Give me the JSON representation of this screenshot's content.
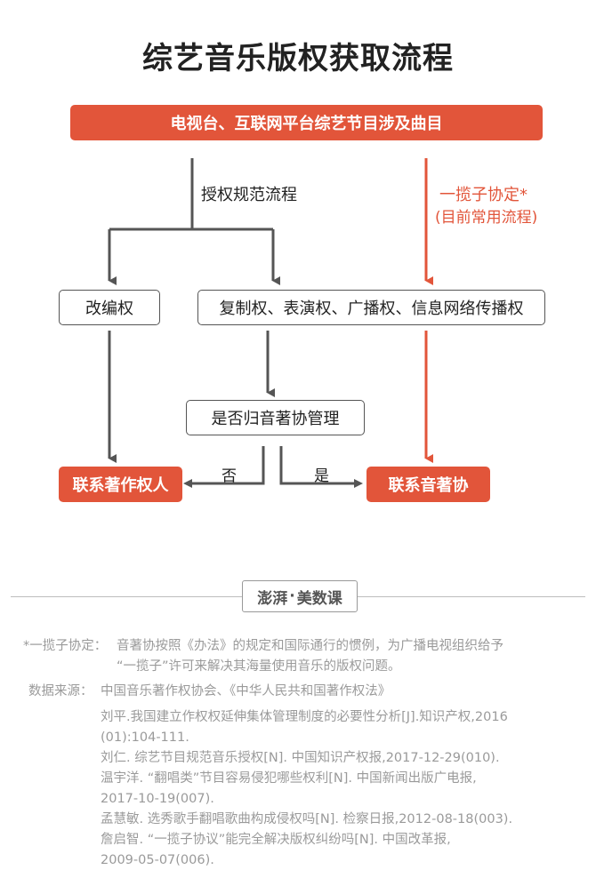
{
  "title": "综艺音乐版权获取流程",
  "top_box": "电视台、互联网平台综艺节目涉及曲目",
  "branch_authorization": "授权规范流程",
  "branch_blanket": {
    "line1": "一揽子协定*",
    "line2": "(目前常用流程)"
  },
  "box_adaptation": "改编权",
  "box_rights": "复制权、表演权、广播权、信息网络传播权",
  "box_question": "是否归音著协管理",
  "answer_no": "否",
  "answer_yes": "是",
  "box_contact_owner": "联系著作权人",
  "box_contact_mcsc": "联系音著协",
  "logo": {
    "brand": "澎湃",
    "dot": "·",
    "section": "美数课"
  },
  "footnote": {
    "label": "*一揽子协定：",
    "line1": "音著协按照《办法》的规定和国际通行的惯例，为广播电视组织给予",
    "line2": "“一揽子”许可来解决其海量使用音乐的版权问题。"
  },
  "sources": {
    "label": "数据来源：",
    "lines": [
      "中国音乐著作权协会、《中华人民共和国著作权法》",
      "刘平.我国建立作权权延伸集体管理制度的必要性分析[J].知识产权,2016",
      "(01):104-111.",
      "刘仁. 综艺节目规范音乐授权[N]. 中国知识产权报,2017-12-29(010).",
      "温宇洋. “翻唱类”节目容易侵犯哪些权利[N]. 中国新闻出版广电报,",
      "2017-10-19(007).",
      "孟慧敏. 选秀歌手翻唱歌曲构成侵权吗[N]. 检察日报,2012-08-18(003).",
      "詹启智. “一揽子协议”能完全解决版权纠纷吗[N]. 中国改革报,",
      "2009-05-07(006)."
    ]
  },
  "colors": {
    "accent": "#e2553a",
    "arrow_gray": "#555555",
    "text": "#222222",
    "muted": "#9a9a9a"
  }
}
